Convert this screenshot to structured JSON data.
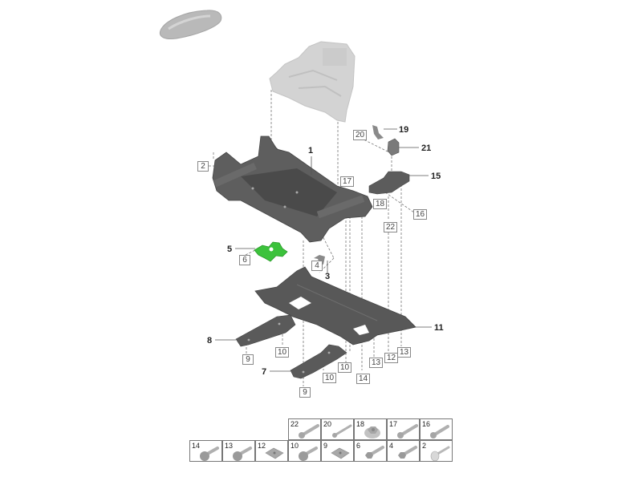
{
  "diagram": {
    "title": "Subframe / underbody exploded parts diagram",
    "vehicle_thumbnail_icon": "car-silhouette-icon",
    "highlight_color": "#3cc23c",
    "part_color": "#5a5a5a",
    "ghost_part_color": "#cfcfcf",
    "callouts": [
      {
        "id": "1",
        "label": "1"
      },
      {
        "id": "3",
        "label": "3"
      },
      {
        "id": "5",
        "label": "5"
      },
      {
        "id": "7",
        "label": "7"
      },
      {
        "id": "8",
        "label": "8"
      },
      {
        "id": "11",
        "label": "11"
      },
      {
        "id": "15",
        "label": "15"
      },
      {
        "id": "19",
        "label": "19"
      },
      {
        "id": "21",
        "label": "21"
      }
    ],
    "box_labels": [
      {
        "id": "2",
        "label": "2"
      },
      {
        "id": "4",
        "label": "4"
      },
      {
        "id": "6",
        "label": "6"
      },
      {
        "id": "9a",
        "label": "9"
      },
      {
        "id": "9b",
        "label": "9"
      },
      {
        "id": "10a",
        "label": "10"
      },
      {
        "id": "10b",
        "label": "10"
      },
      {
        "id": "10c",
        "label": "10"
      },
      {
        "id": "12",
        "label": "12"
      },
      {
        "id": "13a",
        "label": "13"
      },
      {
        "id": "13b",
        "label": "13"
      },
      {
        "id": "14",
        "label": "14"
      },
      {
        "id": "16",
        "label": "16"
      },
      {
        "id": "17",
        "label": "17"
      },
      {
        "id": "18",
        "label": "18"
      },
      {
        "id": "20",
        "label": "20"
      },
      {
        "id": "22",
        "label": "22"
      }
    ]
  },
  "fastener_legend": {
    "top_row": [
      {
        "num": "22",
        "type": "bolt-long"
      },
      {
        "num": "20",
        "type": "bolt-thin"
      },
      {
        "num": "18",
        "type": "flange-nut"
      },
      {
        "num": "17",
        "type": "bolt-long"
      },
      {
        "num": "16",
        "type": "bolt-short"
      }
    ],
    "bottom_row": [
      {
        "num": "14",
        "type": "flange-bolt"
      },
      {
        "num": "13",
        "type": "flange-bolt"
      },
      {
        "num": "12",
        "type": "clip-nut"
      },
      {
        "num": "10",
        "type": "flange-bolt"
      },
      {
        "num": "9",
        "type": "clip-nut"
      },
      {
        "num": "6",
        "type": "hex-bolt"
      },
      {
        "num": "4",
        "type": "hex-bolt"
      },
      {
        "num": "2",
        "type": "washer-bolt"
      }
    ]
  }
}
